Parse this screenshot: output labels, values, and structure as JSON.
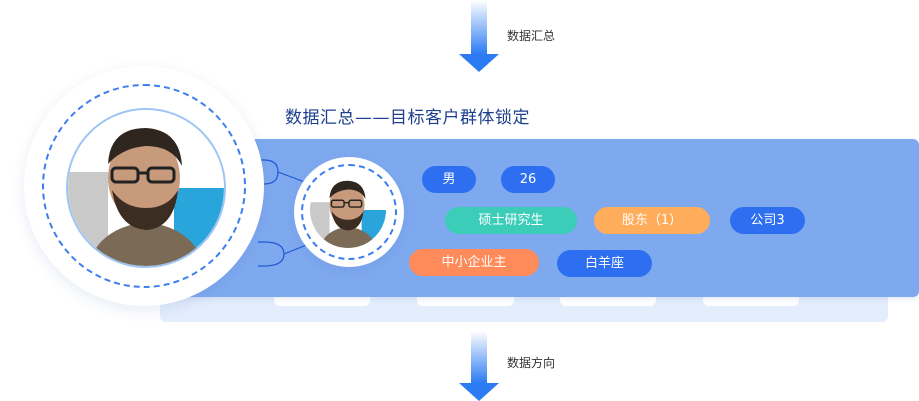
{
  "top_arrow": {
    "label": "数据汇总"
  },
  "bottom_arrow": {
    "label": "数据方向"
  },
  "panel": {
    "title": "数据汇总——目标客户群体锁定"
  },
  "tags": [
    {
      "text": "男",
      "color": "#2d6ff0"
    },
    {
      "text": "26",
      "color": "#2d6ff0"
    },
    {
      "text": "硕士研究生",
      "color": "#3ccdb8"
    },
    {
      "text": "股东（1）",
      "color": "#ffad5b"
    },
    {
      "text": "公司3",
      "color": "#2d6ff0"
    },
    {
      "text": "中小企业主",
      "color": "#ff8a5a"
    },
    {
      "text": "白羊座",
      "color": "#2d6ff0"
    }
  ],
  "colors": {
    "accent": "#2d7bf3",
    "panel": "#7fa9ef",
    "panel_back": "#e3edfc",
    "title": "#1d3f8c"
  }
}
